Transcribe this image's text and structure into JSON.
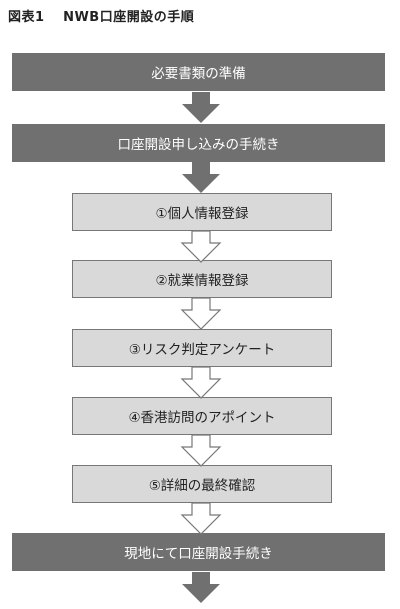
{
  "figure": {
    "title": "図表1　 NWB口座開設の手順"
  },
  "steps": [
    {
      "label": "必要書類の準備",
      "style": "dark"
    },
    {
      "label": "口座開設申し込みの手続き",
      "style": "dark"
    },
    {
      "label": "①個人情報登録",
      "style": "light"
    },
    {
      "label": "②就業情報登録",
      "style": "light"
    },
    {
      "label": "③リスク判定アンケート",
      "style": "light"
    },
    {
      "label": "④香港訪問のアポイント",
      "style": "light"
    },
    {
      "label": "⑤詳細の最終確認",
      "style": "light"
    },
    {
      "label": "現地にて口座開設手続き",
      "style": "dark"
    }
  ],
  "colors": {
    "dark_box": "#707070",
    "light_box": "#d9d9d9",
    "dark_arrow": "#707070",
    "light_arrow": "#ffffff"
  }
}
